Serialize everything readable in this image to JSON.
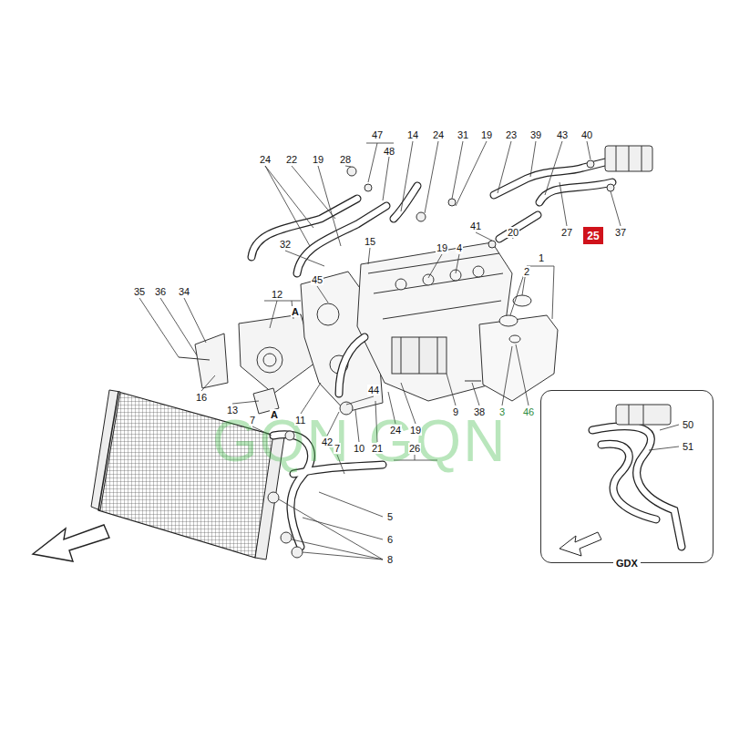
{
  "diagram": {
    "nodes": [
      {
        "text": [
          "25"
        ]
      },
      {
        "text": [
          "GDX"
        ]
      }
    ],
    "labels": [
      "47",
      "14",
      "24",
      "31",
      "19",
      "23",
      "39",
      "43",
      "40",
      "48",
      "24",
      "22",
      "19",
      "28",
      "41",
      "20",
      "27",
      "37",
      "32",
      "15",
      "19",
      "4",
      "1",
      "2",
      "45",
      "12",
      "35",
      "36",
      "34",
      "A",
      "16",
      "13",
      "A",
      "7",
      "11",
      "44",
      "42",
      "24",
      "19",
      "9",
      "38",
      "3",
      "46",
      "7",
      "10",
      "21",
      "26",
      "5",
      "6",
      "8",
      "50",
      "51",
      "GQN GQN"
    ]
  }
}
